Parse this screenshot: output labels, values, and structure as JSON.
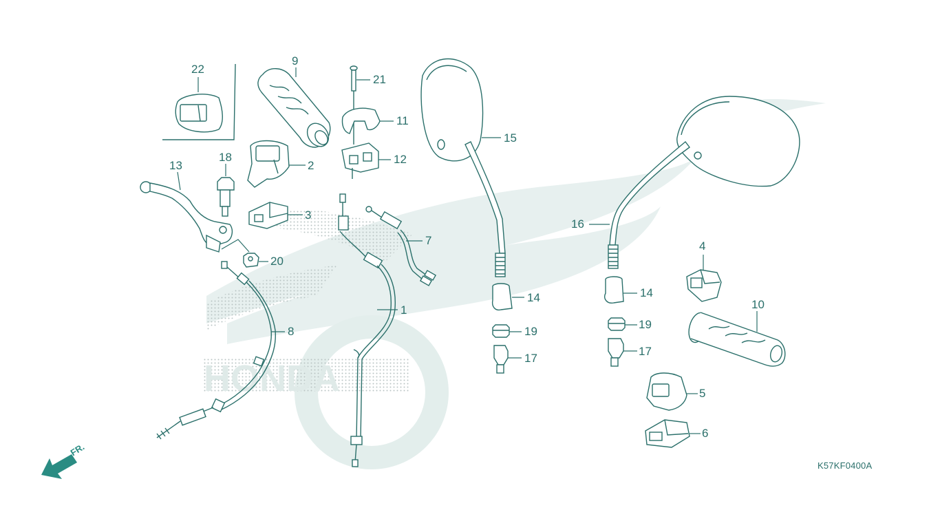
{
  "diagram_code": "K57KF0400A",
  "direction_label": "FR.",
  "watermark_brand": "HONDA",
  "colors": {
    "line": "#2a6f6a",
    "watermark": "#dde9e7",
    "arrow": "#2a8c83",
    "dots": "#bbc6c5"
  },
  "parts": [
    {
      "id": "22",
      "name": "switch-cover"
    },
    {
      "id": "9",
      "name": "right-grip"
    },
    {
      "id": "21",
      "name": "screw"
    },
    {
      "id": "11",
      "name": "housing-cover"
    },
    {
      "id": "12",
      "name": "throttle-housing"
    },
    {
      "id": "2",
      "name": "right-switch"
    },
    {
      "id": "3",
      "name": "switch-connector"
    },
    {
      "id": "18",
      "name": "pivot-bolt"
    },
    {
      "id": "13",
      "name": "lever"
    },
    {
      "id": "20",
      "name": "nut"
    },
    {
      "id": "8",
      "name": "cable"
    },
    {
      "id": "7",
      "name": "stop-switch"
    },
    {
      "id": "1",
      "name": "throttle-cable"
    },
    {
      "id": "15",
      "name": "right-mirror"
    },
    {
      "id": "16",
      "name": "left-mirror"
    },
    {
      "id": "14",
      "name": "mirror-boot"
    },
    {
      "id": "19",
      "name": "nut"
    },
    {
      "id": "17",
      "name": "adapter"
    },
    {
      "id": "4",
      "name": "clamp"
    },
    {
      "id": "10",
      "name": "left-grip"
    },
    {
      "id": "5",
      "name": "left-switch"
    },
    {
      "id": "6",
      "name": "switch-connector"
    }
  ]
}
